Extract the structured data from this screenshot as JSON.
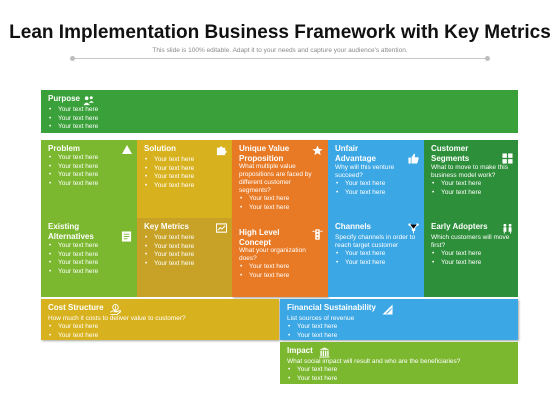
{
  "header": {
    "title": "Lean Implementation Business Framework with Key Metrics",
    "subtitle": "This slide is 100% editable. Adapt it to your needs and capture your audience's attention."
  },
  "colors": {
    "green": "#3aa03a",
    "light_green": "#7cb82f",
    "mustard": "#c7a227",
    "yellow": "#d8b21e",
    "orange": "#e87a25",
    "blue": "#3ca7e5",
    "dark_green": "#2e8f3a"
  },
  "blocks": {
    "purpose": {
      "title": "Purpose",
      "icon": "users-icon",
      "items": [
        "Your text here",
        "Your text here",
        "Your text here"
      ]
    },
    "problem": {
      "title": "Problem",
      "icon": "warning-icon",
      "items": [
        "Your text here",
        "Your text here",
        "Your text here",
        "Your text here"
      ]
    },
    "solution": {
      "title": "Solution",
      "icon": "puzzle-icon",
      "items": [
        "Your text here",
        "Your text here",
        "Your text here",
        "Your text here"
      ]
    },
    "uvp": {
      "title": "Unique Value Proposition",
      "icon": "star-icon",
      "desc": "What multiple value propositions are faced by different customer segments?",
      "items": [
        "Your text here",
        "Your text here"
      ]
    },
    "unfair": {
      "title": "Unfair Advantage",
      "icon": "thumbs-up-icon",
      "desc": "Why will this venture succeed?",
      "items": [
        "Your text here",
        "Your text here"
      ]
    },
    "segments": {
      "title": "Customer Segments",
      "icon": "grid-icon",
      "desc": "What to move to make this business model work?",
      "items": [
        "Your text here",
        "Your text here"
      ]
    },
    "alternatives": {
      "title": "Existing Alternatives",
      "icon": "document-icon",
      "items": [
        "Your text here",
        "Your text here",
        "Your text here",
        "Your text here"
      ]
    },
    "metrics": {
      "title": "Key Metrics",
      "icon": "chart-icon",
      "items": [
        "Your text here",
        "Your text here",
        "Your text here",
        "Your text here"
      ]
    },
    "concept": {
      "title": "High Level Concept",
      "icon": "traffic-light-icon",
      "desc": "What your organization does?",
      "items": [
        "Your text here",
        "Your text here"
      ]
    },
    "channels": {
      "title": "Channels",
      "icon": "network-icon",
      "desc": "Specify channels in order to reach target customer",
      "items": [
        "Your text here",
        "Your text here"
      ]
    },
    "adopters": {
      "title": "Early Adopters",
      "icon": "people-icon",
      "desc": "Which customers will move first?",
      "items": [
        "Your text here",
        "Your text here"
      ]
    },
    "cost": {
      "title": "Cost Structure",
      "icon": "hand-money-icon",
      "desc": "How much it costs to deliver value to customer?",
      "items": [
        "Your text here",
        "Your text here"
      ]
    },
    "financial": {
      "title": "Financial Sustainability",
      "icon": "pencil-ruler-icon",
      "desc": "List sources of revenue",
      "items": [
        "Your text here",
        "Your text here"
      ]
    },
    "impact": {
      "title": "Impact",
      "icon": "building-icon",
      "desc": "What social impact will result and who are the beneficiaries?",
      "items": [
        "Your text here",
        "Your text here"
      ]
    }
  }
}
